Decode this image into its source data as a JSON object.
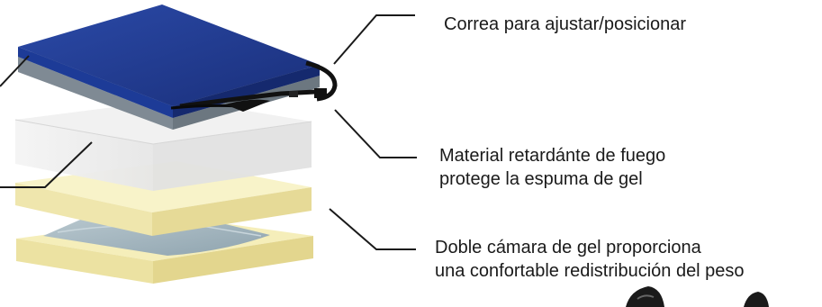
{
  "callouts": {
    "strap": {
      "lines": [
        "Correa para ajustar/posicionar"
      ]
    },
    "fire_retardant": {
      "lines": [
        "Material retardánte de fuego",
        "protege la espuma de gel"
      ]
    },
    "gel_chamber": {
      "lines": [
        "Doble cámara de gel proporciona",
        "una confortable redistribución del peso"
      ]
    }
  },
  "layers": [
    {
      "name": "cover",
      "color": "#1e3a8a"
    },
    {
      "name": "fire-retardant-layer",
      "color": "#e8e8e8"
    },
    {
      "name": "foam-top",
      "color": "#f6f1c2"
    },
    {
      "name": "gel-bladder",
      "color": "#9fb3bd"
    },
    {
      "name": "foam-frame",
      "color": "#f3eab0"
    }
  ],
  "colors": {
    "leader_line": "#1a1a1a",
    "strap": "#111111"
  }
}
